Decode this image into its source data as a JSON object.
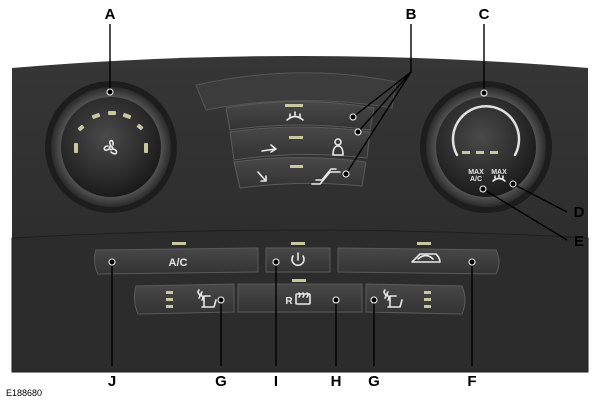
{
  "figure_code": "E188680",
  "labels": {
    "A": "A",
    "B": "B",
    "C": "C",
    "D": "D",
    "E": "E",
    "F": "F",
    "G_left": "G",
    "G_right": "G",
    "H": "H",
    "I": "I",
    "J": "J"
  },
  "buttons": {
    "ac": "A/C",
    "max_ac_line1": "MAX",
    "max_ac_line2": "A/C",
    "max_defrost": "MAX",
    "rear_defrost": "R"
  },
  "colors": {
    "panel": "#2b2b2b",
    "button": "#3a3a3a",
    "indicator": "#c8c8a0",
    "text": "#e6e6e6"
  },
  "icons": [
    "fan-icon",
    "windshield-defrost-icon",
    "air-recirculation-icon",
    "power-icon",
    "heated-seat-icon",
    "rear-defrost-icon",
    "airflow-face-icon",
    "airflow-floor-icon",
    "airflow-defrost-icon",
    "passenger-icon",
    "temperature-dial-icon"
  ]
}
